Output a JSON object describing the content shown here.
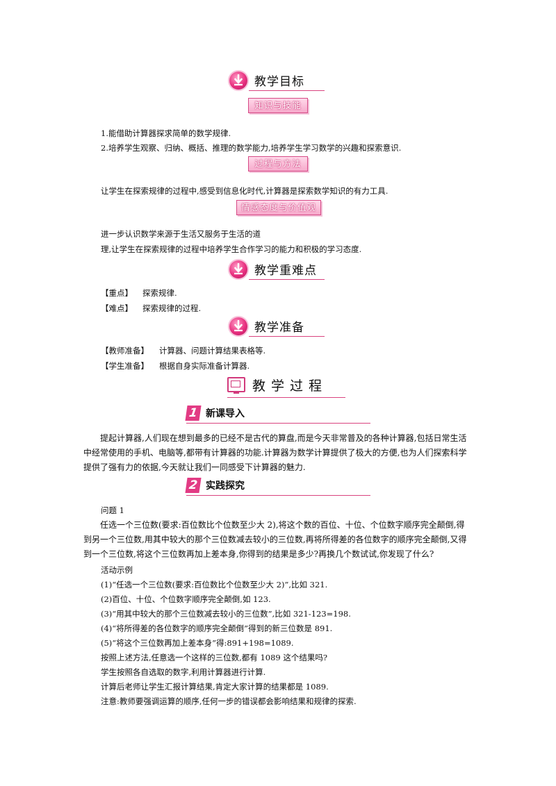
{
  "sections": {
    "goals_title": "教学目标",
    "key_title": "教学重难点",
    "prep_title": "教学准备",
    "process_title": "教学过程"
  },
  "tags": {
    "knowledge": "知识与技能",
    "process": "过程与方法",
    "emotion": "情感态度与价值观"
  },
  "goals": {
    "k1": "1.能借助计算器探求简单的数学规律.",
    "k2": "2.培养学生观察、归纳、概括、推理的数学能力,培养学生学习数学的兴趣和探索意识.",
    "p1": "让学生在探索规律的过程中,感受到信息化时代,计算器是探索数学知识的有力工具.",
    "e1": "进一步认识数学来源于生活又服务于生活的道",
    "e2": "理,让学生在探索规律的过程中培养学生合作学习的能力和积极的学习态度."
  },
  "key": {
    "focus_label": "【重点】",
    "focus_text": "探索规律.",
    "difficulty_label": "【难点】",
    "difficulty_text": "探索规律的过程."
  },
  "prep": {
    "teacher_label": "【教师准备】",
    "teacher_text": "计算器、问题计算结果表格等.",
    "student_label": "【学生准备】",
    "student_text": "根据自身实际准备计算器."
  },
  "steps": {
    "s1_num": "1",
    "s1_title": "新课导入",
    "s1_para": "提起计算器,人们现在想到最多的已经不是古代的算盘,而是今天非常普及的各种计算器,包括日常生活中经常使用的手机、电脑等,都带有计算器的功能.计算器为数学计算提供了极大的方便,也为人们探索科学提供了强有力的依据,今天就让我们一同感受下计算器的魅力.",
    "s2_num": "2",
    "s2_title": "实践探究"
  },
  "practice": {
    "q_title": "问题 1",
    "q_text": "任选一个三位数(要求:百位数比个位数至少大 2),将这个数的百位、十位、个位数字顺序完全颠倒,得到另一个三位数,用其中较大的那个三位数减去较小的三位数,再将所得差的各位数字的顺序完全颠倒,又得到一个三位数,将这个三位数再加上差本身,你得到的结果是多少?再换几个数试试,你发现了什么?",
    "example_title": "活动示例",
    "e1": "(1)“任选一个三位数(要求:百位数比个位数至少大 2)”,比如 321.",
    "e2": "(2)百位、十位、个位数字顺序完全颠倒,如 123.",
    "e3": "(3)“用其中较大的那个三位数减去较小的三位数”,比如 321-123=198.",
    "e4": "(4)“将所得差的各位数字的顺序完全颠倒”得到的新三位数是 891.",
    "e5": "(5)“将这个三位数再加上差本身”得:891+198=1089.",
    "l1": "按照上述方法,任意选一个这样的三位数,都有 1089 这个结果吗?",
    "l2": "学生按照各自选取的数字,利用计算器进行计算.",
    "l3": "计算后老师让学生汇报计算结果,肯定大家计算的结果都是 1089.",
    "l4": "注意:教师要强调运算的顺序,任何一步的错误都会影响结果和规律的探索."
  },
  "colors": {
    "accent": "#e23b84",
    "line": "#d9437f"
  },
  "icons": {
    "section": "download-arrow-icon",
    "process": "monitor-icon"
  }
}
